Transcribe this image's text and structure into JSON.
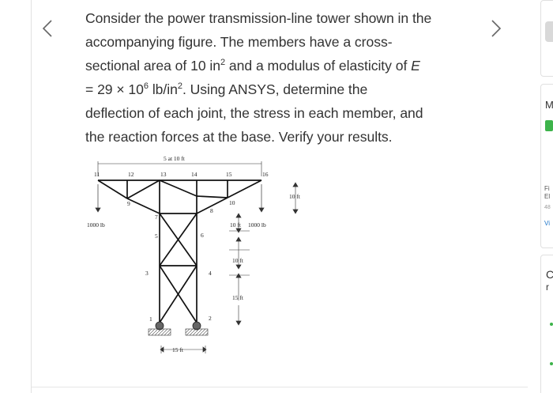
{
  "question": {
    "l1": "Consider the power transmission-line tower shown in the",
    "l2": "accompanying figure. The members have a cross-",
    "l3a": "sectional area of 10 in",
    "l3sup": "2",
    "l3b": " and a modulus of elasticity of ",
    "l3e": "E",
    "l4a": "= 29 × 10",
    "l4sup1": "6",
    "l4b": " lb/in",
    "l4sup2": "2",
    "l4c": ". Using ANSYS, determine the",
    "l5": "deflection of each joint, the stress in each member, and",
    "l6": "the reaction forces at the base. Verify your results."
  },
  "figure": {
    "top_dim": "5 at 10 ft",
    "node_labels": [
      "11",
      "12",
      "13",
      "14",
      "15",
      "16",
      "10",
      "9",
      "8",
      "7",
      "6",
      "5",
      "4",
      "3",
      "2",
      "1"
    ],
    "right_dim_top": "10 ft",
    "load_left": "1000 lb",
    "dim_mid": "10 ft",
    "load_right": "1000 lb",
    "dim_lower": "10 ft",
    "dim_bottom": "15 ft",
    "base_dim": "15 ft"
  },
  "right_panel": {
    "letter_m": "M",
    "line_fi": "Fi",
    "line_el": "El",
    "line_num": "48",
    "link_vi": "Vi",
    "letter_c": "C",
    "letter_r": "r"
  },
  "colors": {
    "text": "#333333",
    "accent_green": "#3db34a",
    "link_blue": "#1a73c8",
    "border": "#e2e2e2"
  }
}
